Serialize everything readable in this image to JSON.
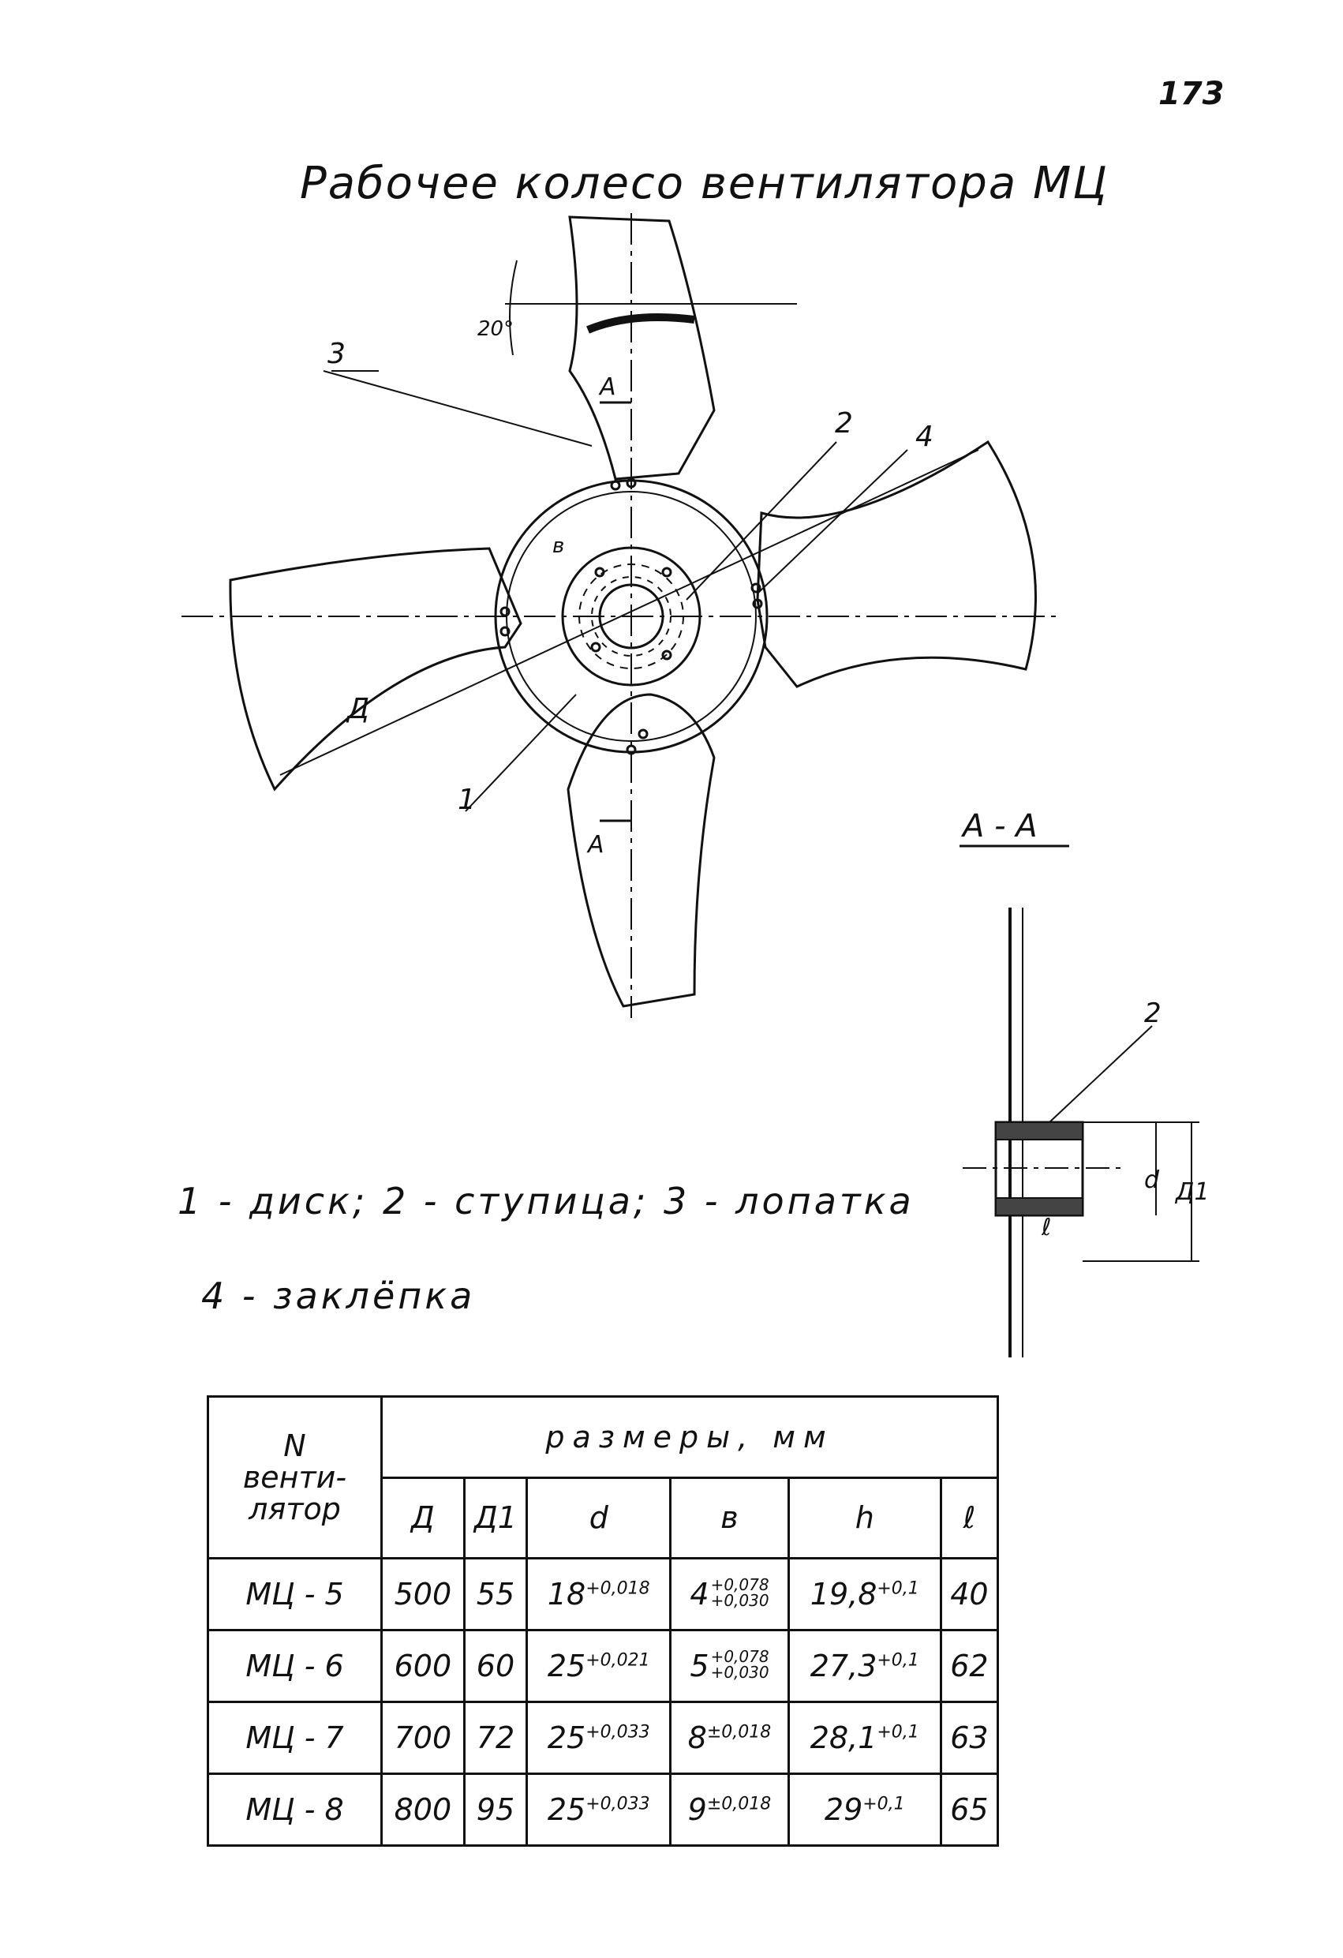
{
  "page_number": "173",
  "title": "Рабочее колесо вентилятора МЦ",
  "drawing": {
    "labels": {
      "blade": "3",
      "hub": "2",
      "rivet": "4",
      "disk": "1",
      "section_mark": "А"
    },
    "dimension_labels": {
      "D": "Д",
      "angle": "20°",
      "b": "в",
      "hub_d": "d",
      "hub_D1": "Д1",
      "l": "ℓ"
    }
  },
  "section": {
    "title": "А - А",
    "label_hub": "2"
  },
  "legend": {
    "line1": "1 - диск;  2 - ступица;  3 - лопатка",
    "line2": "4 - заклёпка"
  },
  "table": {
    "n_header": [
      "N",
      "венти-",
      "лятор"
    ],
    "span_header": "размеры,   мм",
    "columns": [
      "Д",
      "Д1",
      "d",
      "в",
      "h",
      "ℓ"
    ],
    "rows": [
      {
        "name": "МЦ - 5",
        "D": "500",
        "D1": "55",
        "d": "18",
        "d_tol": "+0,018",
        "b": "4",
        "b_tol_up": "+0,078",
        "b_tol_lo": "+0,030",
        "h": "19,8",
        "h_tol": "+0,1",
        "l": "40"
      },
      {
        "name": "МЦ - 6",
        "D": "600",
        "D1": "60",
        "d": "25",
        "d_tol": "+0,021",
        "b": "5",
        "b_tol_up": "+0,078",
        "b_tol_lo": "+0,030",
        "h": "27,3",
        "h_tol": "+0,1",
        "l": "62"
      },
      {
        "name": "МЦ - 7",
        "D": "700",
        "D1": "72",
        "d": "25",
        "d_tol": "+0,033",
        "b": "8",
        "b_tol_up": "±0,018",
        "b_tol_lo": "",
        "h": "28,1",
        "h_tol": "+0,1",
        "l": "63"
      },
      {
        "name": "МЦ - 8",
        "D": "800",
        "D1": "95",
        "d": "25",
        "d_tol": "+0,033",
        "b": "9",
        "b_tol_up": "±0,018",
        "b_tol_lo": "",
        "h": "29",
        "h_tol": "+0,1",
        "l": "65"
      }
    ]
  }
}
